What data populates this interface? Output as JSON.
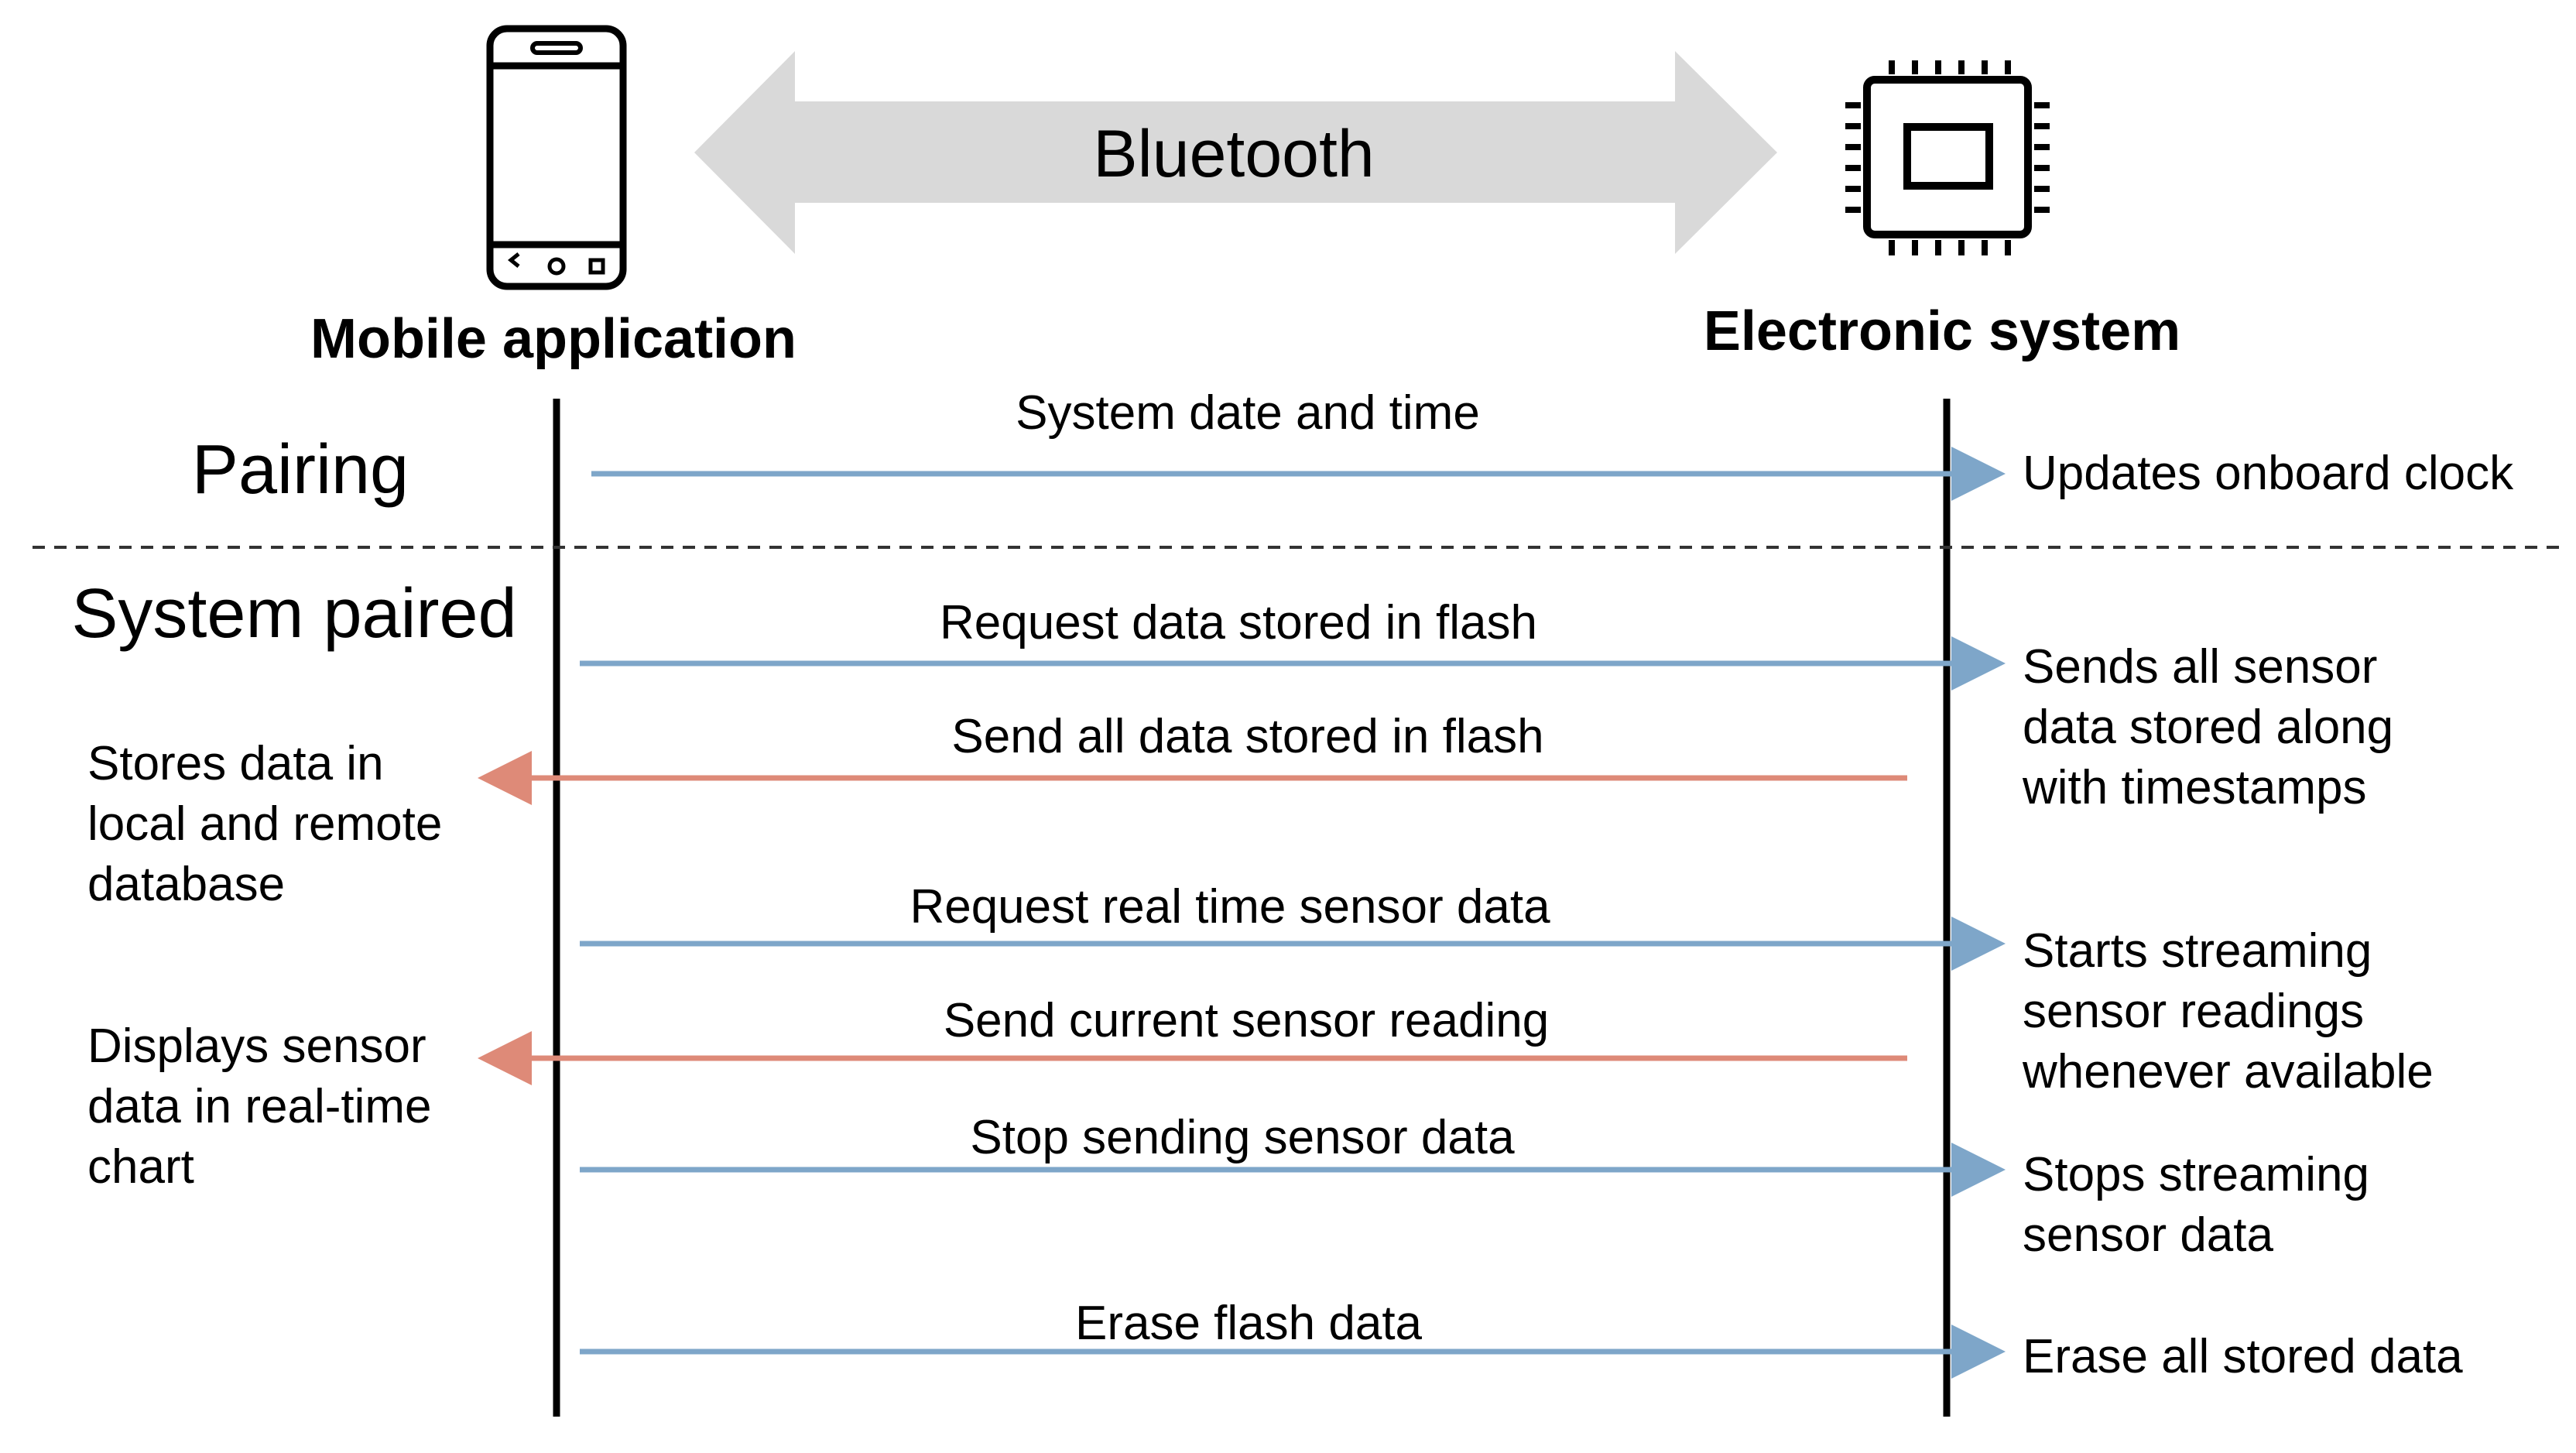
{
  "header": {
    "link_label": "Bluetooth",
    "left_actor": "Mobile application",
    "right_actor": "Electronic system",
    "icons": {
      "left": "smartphone-icon",
      "right": "microchip-icon",
      "link": "bidirectional-arrow-icon"
    }
  },
  "sections": {
    "pairing": "Pairing",
    "paired": "System paired"
  },
  "messages": [
    {
      "label": "System date and time",
      "direction": "app-to-device"
    },
    {
      "label": "Request data stored in flash",
      "direction": "app-to-device"
    },
    {
      "label": "Send all data stored in flash",
      "direction": "device-to-app"
    },
    {
      "label": "Request real time sensor data",
      "direction": "app-to-device"
    },
    {
      "label": "Send current sensor reading",
      "direction": "device-to-app"
    },
    {
      "label": "Stop sending sensor data",
      "direction": "app-to-device"
    },
    {
      "label": "Erase flash data",
      "direction": "app-to-device"
    }
  ],
  "app_notes": [
    "Stores data in local and remote database",
    "Displays sensor data in real-time chart"
  ],
  "device_notes": [
    "Updates onboard clock",
    "Sends all sensor data stored along with timestamps",
    "Starts streaming sensor readings whenever available",
    "Stops streaming sensor data",
    "Erase all stored data"
  ],
  "colors": {
    "app_to_device": "#7ea6c9",
    "device_to_app": "#de8a78",
    "bluetooth_arrow": "#d9d9d9",
    "lifeline": "#000000",
    "divider": "#333333"
  }
}
